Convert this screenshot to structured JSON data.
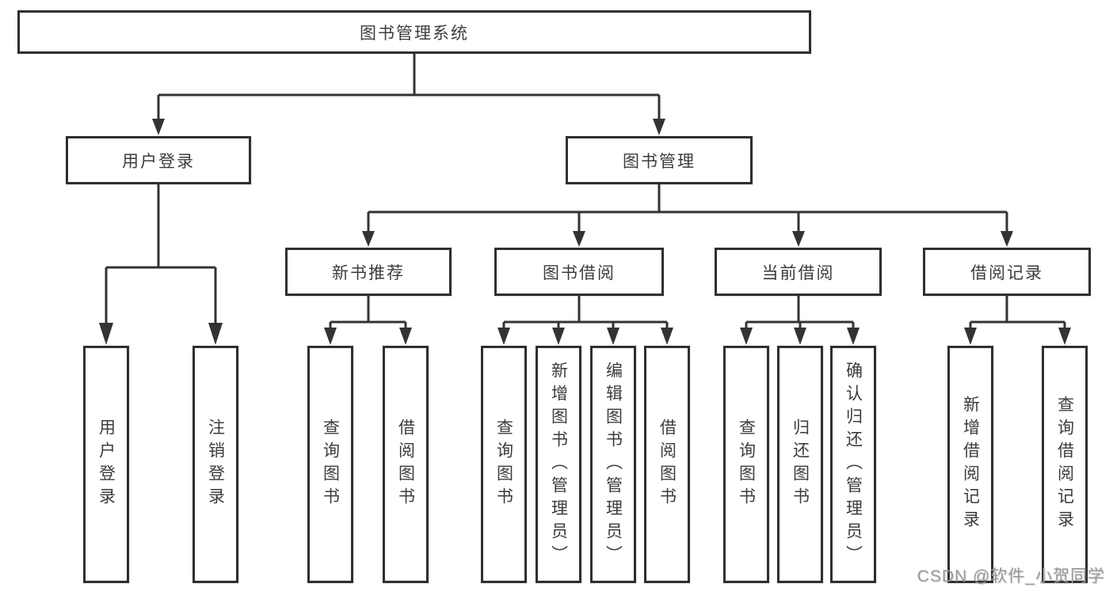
{
  "colors": {
    "border": "#2f2f2f",
    "line": "#333333",
    "text": "#3c3c3c",
    "watermark": "#9a9a9a",
    "background": "#ffffff"
  },
  "tree": {
    "root": "图书管理系统",
    "branches": [
      {
        "label": "用户登录",
        "leaves": [
          "用户登录",
          "注销登录"
        ]
      },
      {
        "label": "图书管理",
        "groups": [
          {
            "label": "新书推荐",
            "leaves": [
              "查询图书",
              "借阅图书"
            ]
          },
          {
            "label": "图书借阅",
            "leaves": [
              "查询图书",
              "新增图书（管理员）",
              "编辑图书（管理员）",
              "借阅图书"
            ]
          },
          {
            "label": "当前借阅",
            "leaves": [
              "查询图书",
              "归还图书",
              "确认归还（管理员）"
            ]
          },
          {
            "label": "借阅记录",
            "leaves": [
              "新增借阅记录",
              "查询借阅记录"
            ]
          }
        ]
      }
    ]
  },
  "watermark": "CSDN @软件_小贺同学"
}
